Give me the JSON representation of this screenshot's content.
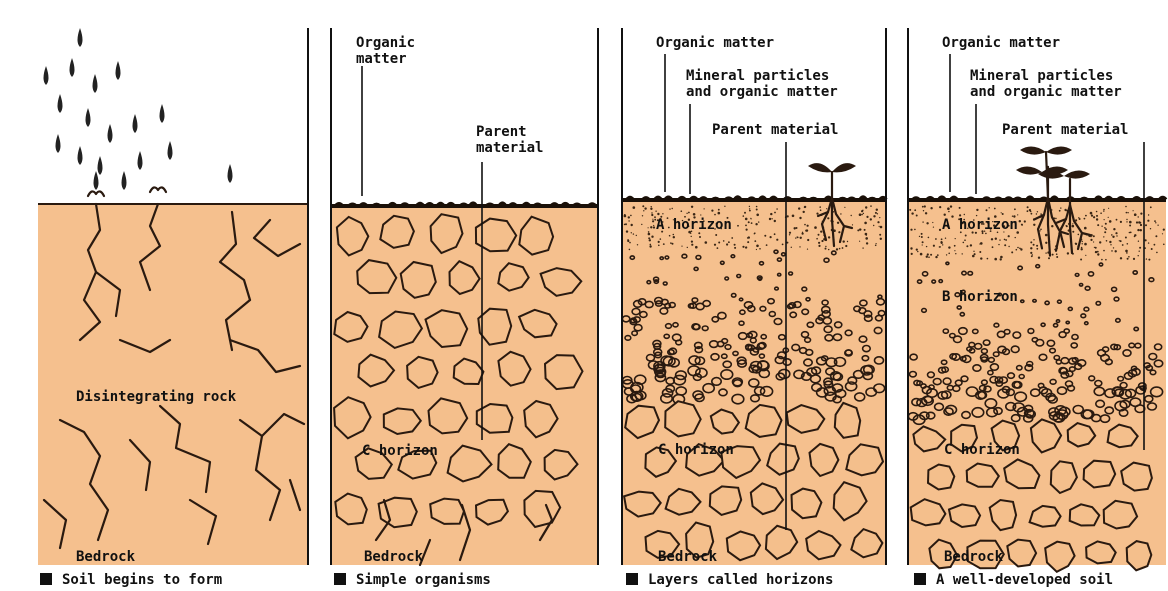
{
  "panels": [
    {
      "caption": "Soil begins to form",
      "labels": {
        "rock": "Disintegrating rock",
        "bedrock": "Bedrock"
      }
    },
    {
      "caption": "Simple organisms",
      "labels": {
        "organic": "Organic\nmatter",
        "parent": "Parent\nmaterial",
        "c_horizon": "C horizon",
        "bedrock": "Bedrock"
      }
    },
    {
      "caption": "Layers called horizons",
      "labels": {
        "organic": "Organic matter",
        "mineral": "Mineral particles\nand organic matter",
        "parent": "Parent material",
        "a_horizon": "A horizon",
        "c_horizon": "C horizon",
        "bedrock": "Bedrock"
      }
    },
    {
      "caption": "A well-developed soil",
      "labels": {
        "organic": "Organic matter",
        "mineral": "Mineral particles\nand organic matter",
        "parent": "Parent material",
        "a_horizon": "A horizon",
        "b_horizon": "B horizon",
        "c_horizon": "C horizon",
        "bedrock": "Bedrock"
      }
    }
  ],
  "colors": {
    "soil": "#f5c08e",
    "ink": "#2a1a10",
    "background": "#ffffff"
  }
}
